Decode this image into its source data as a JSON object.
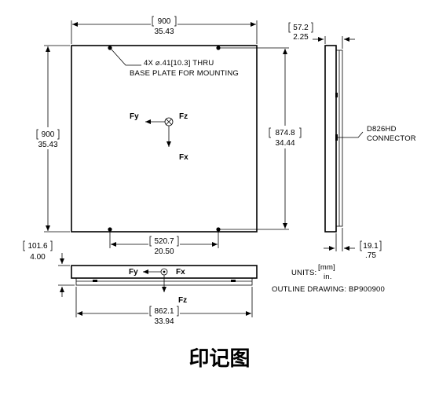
{
  "dimensions": {
    "top_width_mm": "900",
    "top_width_in": "35.43",
    "left_height_mm": "900",
    "left_height_in": "35.43",
    "hole_spacing_v_mm": "874.8",
    "hole_spacing_v_in": "34.44",
    "hole_spacing_h_mm": "520.7",
    "hole_spacing_h_in": "20.50",
    "side_width_mm": "57.2",
    "side_width_in": "2.25",
    "side_base_mm": "19.1",
    "side_base_in": ".75",
    "front_height_mm": "101.6",
    "front_height_in": "4.00",
    "front_base_mm": "862.1",
    "front_base_in": "33.94"
  },
  "notes": {
    "holes_line1": "4X ⌀.41[10.3] THRU",
    "holes_line2": "BASE PLATE FOR MOUNTING",
    "connector_line1": "D826HD",
    "connector_line2": "CONNECTOR",
    "units_label": "UNITS:",
    "units_mm": "[mm]",
    "units_in": "in.",
    "outline_drawing": "OUTLINE DRAWING: BP900900"
  },
  "forces": {
    "fy": "Fy",
    "fz": "Fz",
    "fx": "Fx"
  },
  "caption": "印记图"
}
